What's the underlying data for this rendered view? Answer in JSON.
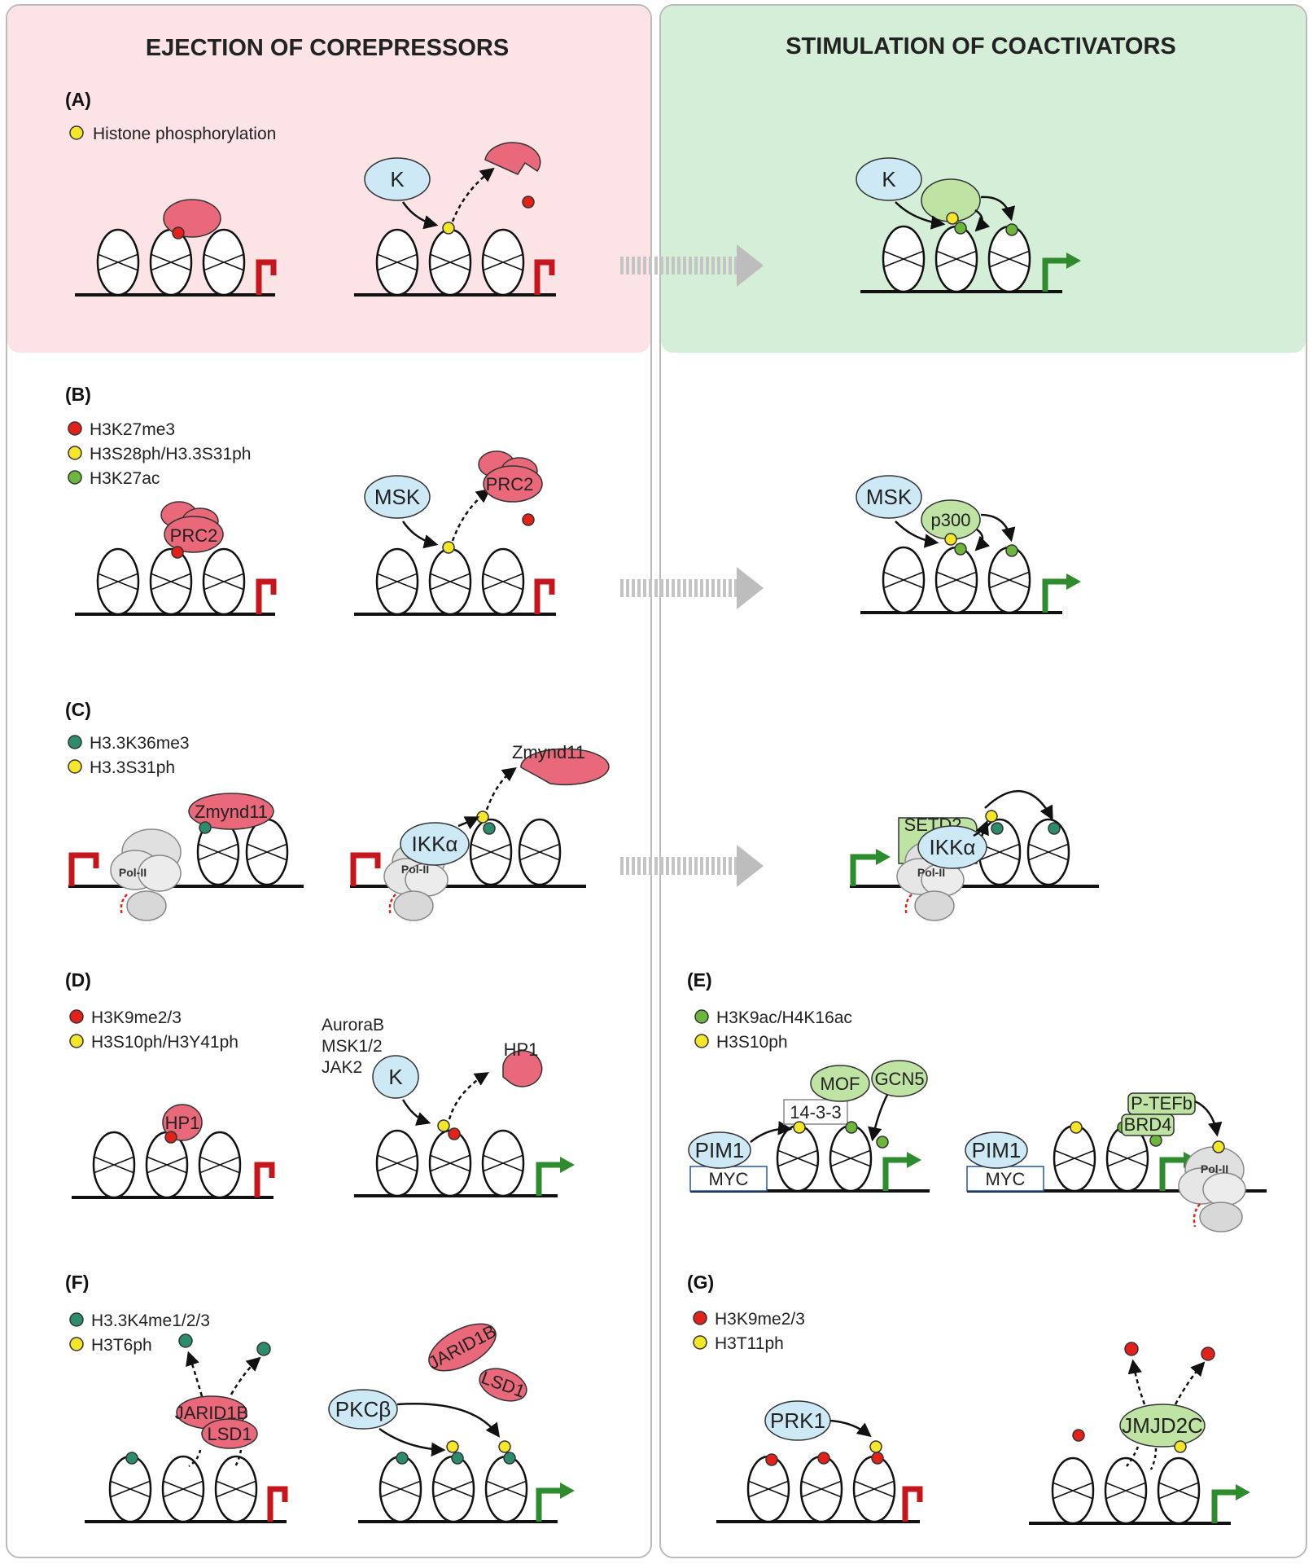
{
  "titles": {
    "left": "EJECTION OF COREPRESSORS",
    "right": "STIMULATION OF COACTIVATORS"
  },
  "colors": {
    "corepressor": "#e9687a",
    "coactivator": "#bfe3a2",
    "enzyme": "#cde9f5",
    "red_mark": "#e32119",
    "yellow_mark": "#f5e62a",
    "green_mark": "#6cb63c",
    "teal_mark": "#2d8c6c",
    "repressed_tss": "#c4161c",
    "active_tss": "#2e8b2e",
    "left_top_bg": "#fbe3e6",
    "right_top_bg": "#d5eed8"
  },
  "panels": {
    "A": {
      "label": "(A)",
      "legend": [
        {
          "mark": "yellow",
          "text": "Histone phosphorylation"
        }
      ],
      "kinase": "K",
      "kinase_right": "K"
    },
    "B": {
      "label": "(B)",
      "legend": [
        {
          "mark": "red",
          "text": "H3K27me3"
        },
        {
          "mark": "yellow",
          "text": "H3S28ph/H3.3S31ph"
        },
        {
          "mark": "green",
          "text": "H3K27ac"
        }
      ],
      "repressor": "PRC2",
      "repressor_ejected": "PRC2",
      "kinase": "MSK",
      "kinase_right": "MSK",
      "coactivator": "p300"
    },
    "C": {
      "label": "(C)",
      "legend": [
        {
          "mark": "teal",
          "text": "H3.3K36me3"
        },
        {
          "mark": "yellow",
          "text": "H3.3S31ph"
        }
      ],
      "repressor": "Zmynd11",
      "repressor_ejected": "Zmynd11",
      "kinase": "IKKα",
      "kinase_right": "IKKα",
      "coactivator": "SETD2",
      "pol_left": "Pol-II",
      "pol_mid": "Pol-II",
      "pol_right": "Pol-II"
    },
    "D": {
      "label": "(D)",
      "legend": [
        {
          "mark": "red",
          "text": "H3K9me2/3"
        },
        {
          "mark": "yellow",
          "text": "H3S10ph/H3Y41ph"
        }
      ],
      "repressor": "HP1",
      "repressor_ejected": "HP1",
      "kinase": "K",
      "kinase_list": [
        "AuroraB",
        "MSK1/2",
        "JAK2"
      ]
    },
    "E": {
      "label": "(E)",
      "legend": [
        {
          "mark": "green",
          "text": "H3K9ac/H4K16ac"
        },
        {
          "mark": "yellow",
          "text": "H3S10ph"
        }
      ],
      "kinase": "PIM1",
      "kinase2": "PIM1",
      "partner": "MYC",
      "partner2": "MYC",
      "adaptor": "14-3-3",
      "coactivators": [
        "MOF",
        "GCN5"
      ],
      "elongation": [
        "P-TEFb",
        "BRD4"
      ],
      "pol": "Pol-II"
    },
    "F": {
      "label": "(F)",
      "legend": [
        {
          "mark": "teal",
          "text": "H3.3K4me1/2/3"
        },
        {
          "mark": "yellow",
          "text": "H3T6ph"
        }
      ],
      "repressors": [
        "JARID1B",
        "LSD1"
      ],
      "repressors_ejected": [
        "JARID1B",
        "LSD1"
      ],
      "kinase": "PKCβ"
    },
    "G": {
      "label": "(G)",
      "legend": [
        {
          "mark": "red",
          "text": "H3K9me2/3"
        },
        {
          "mark": "yellow",
          "text": "H3T11ph"
        }
      ],
      "kinase": "PRK1",
      "demethylase": "JMJD2C"
    }
  }
}
